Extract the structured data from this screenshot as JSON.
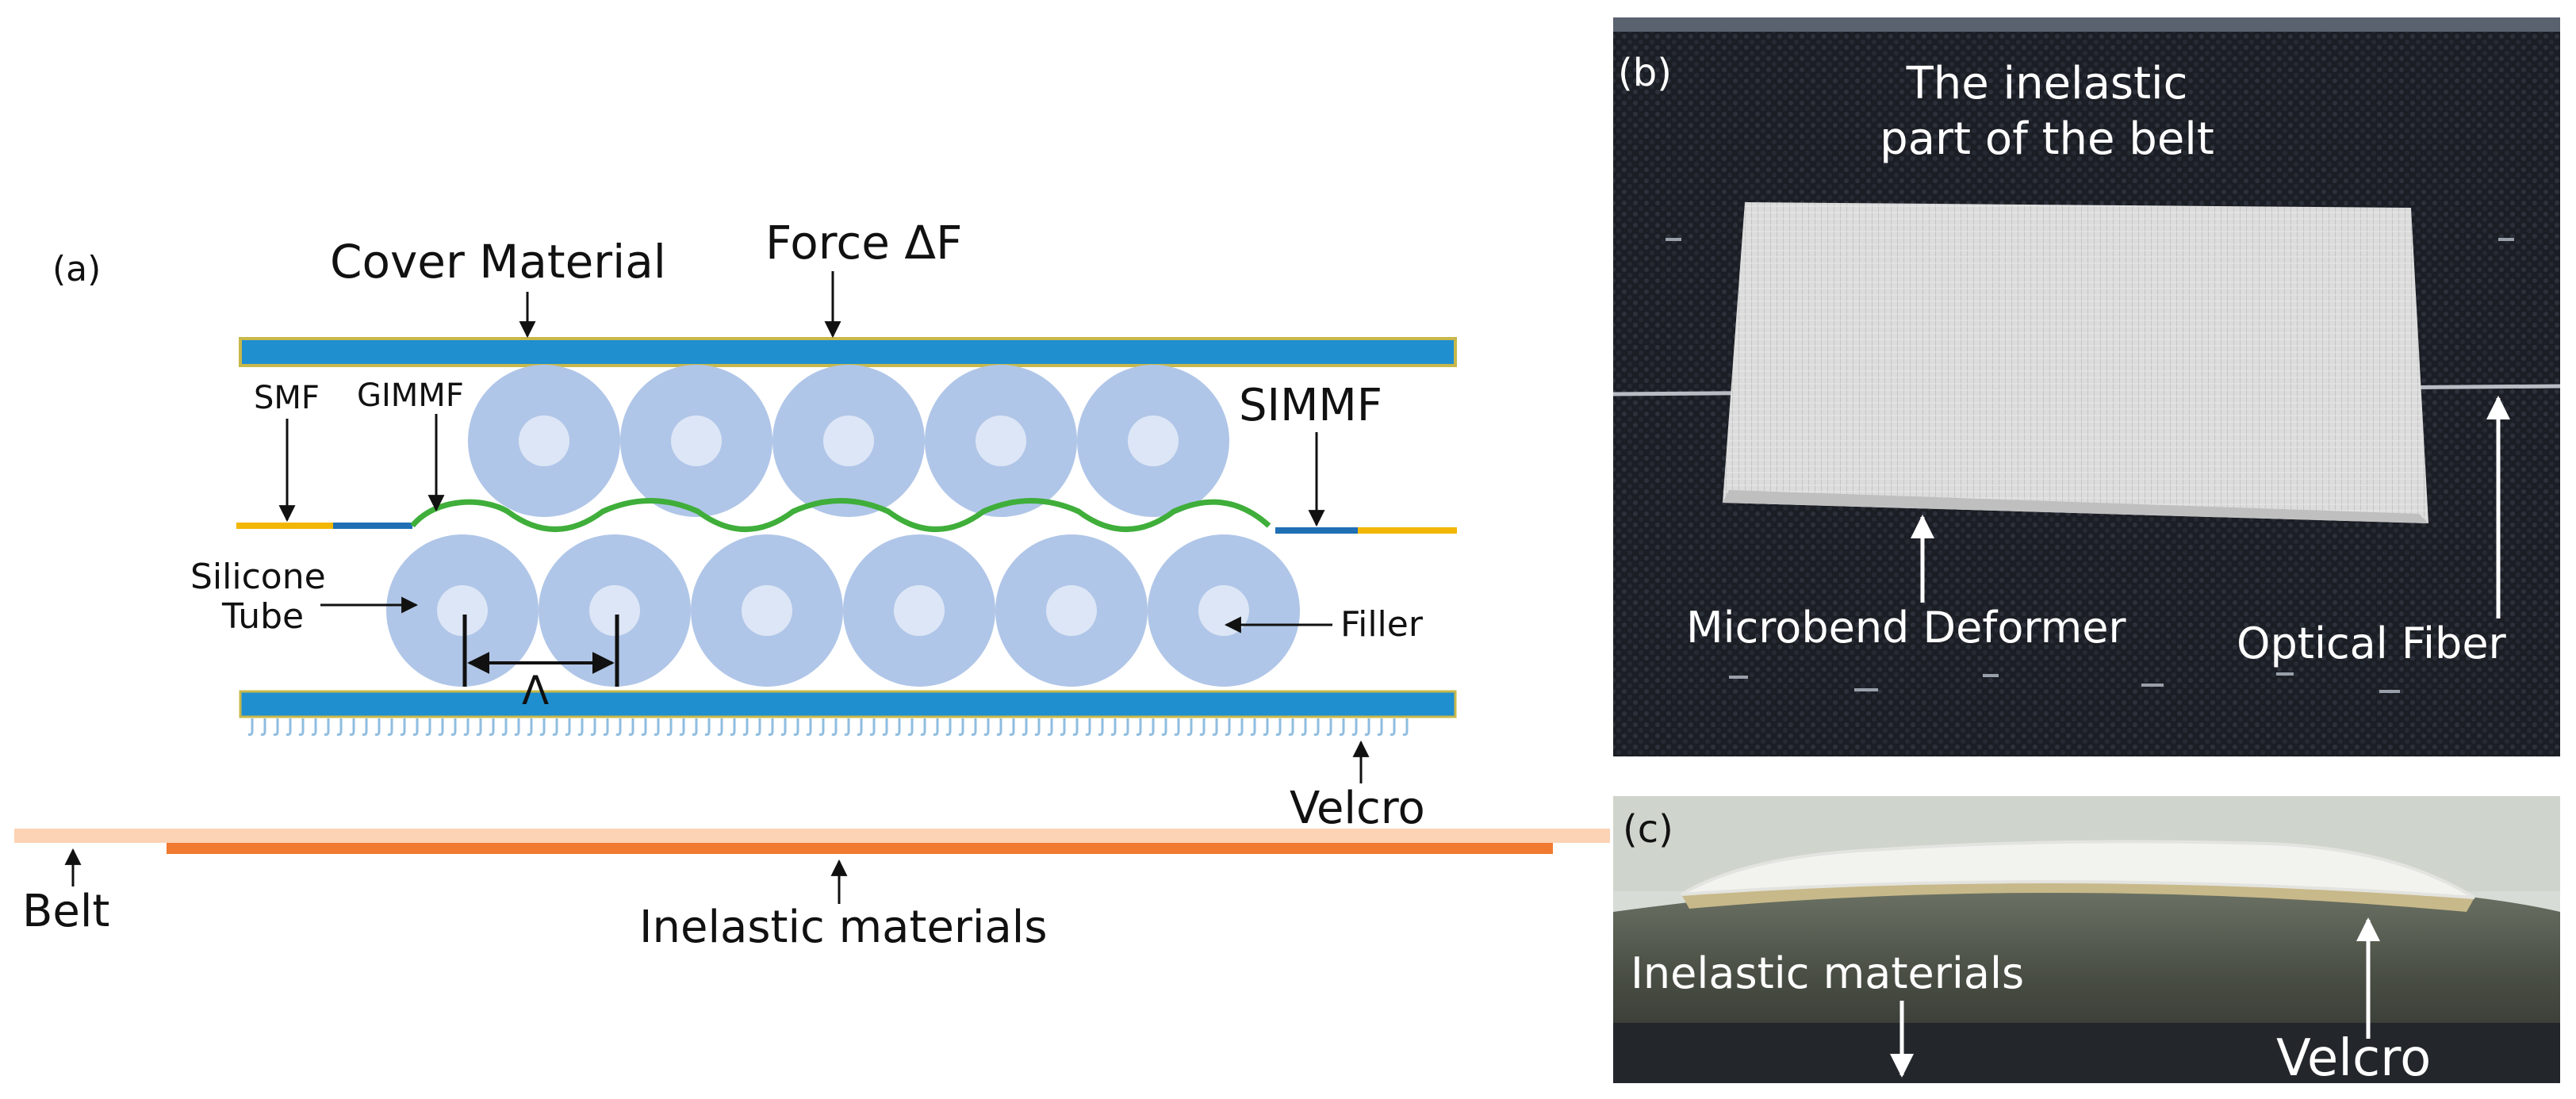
{
  "panel_a": {
    "tag": "(a)",
    "labels": {
      "cover_material": "Cover Material",
      "force": "Force ΔF",
      "smf": "SMF",
      "gimmf": "GIMMF",
      "simmf": "SIMMF",
      "silicone_tube_line1": "Silicone",
      "silicone_tube_line2": "Tube",
      "filler": "Filler",
      "period": "Λ",
      "velcro": "Velcro",
      "belt": "Belt",
      "inelastic_materials": "Inelastic materials"
    },
    "colors": {
      "cover_blue": "#1f8fd0",
      "cover_edge": "#c8b84a",
      "tube_outer": "#b0c6e8",
      "tube_inner": "#dde6f6",
      "fiber_green": "#3fae3a",
      "fiber_yellow": "#f2b705",
      "fiber_blue": "#1f6fb5",
      "belt_light": "#fcd3b4",
      "inelastic_orange": "#f07a30",
      "velcro_hooks": "#8fbde0"
    }
  },
  "panel_b": {
    "tag": "(b)",
    "title_line1": "The inelastic",
    "title_line2": "part of the belt",
    "microbend_deformer": "Microbend Deformer",
    "optical_fiber": "Optical Fiber"
  },
  "panel_c": {
    "tag": "(c)",
    "inelastic_materials": "Inelastic materials",
    "velcro": "Velcro"
  }
}
